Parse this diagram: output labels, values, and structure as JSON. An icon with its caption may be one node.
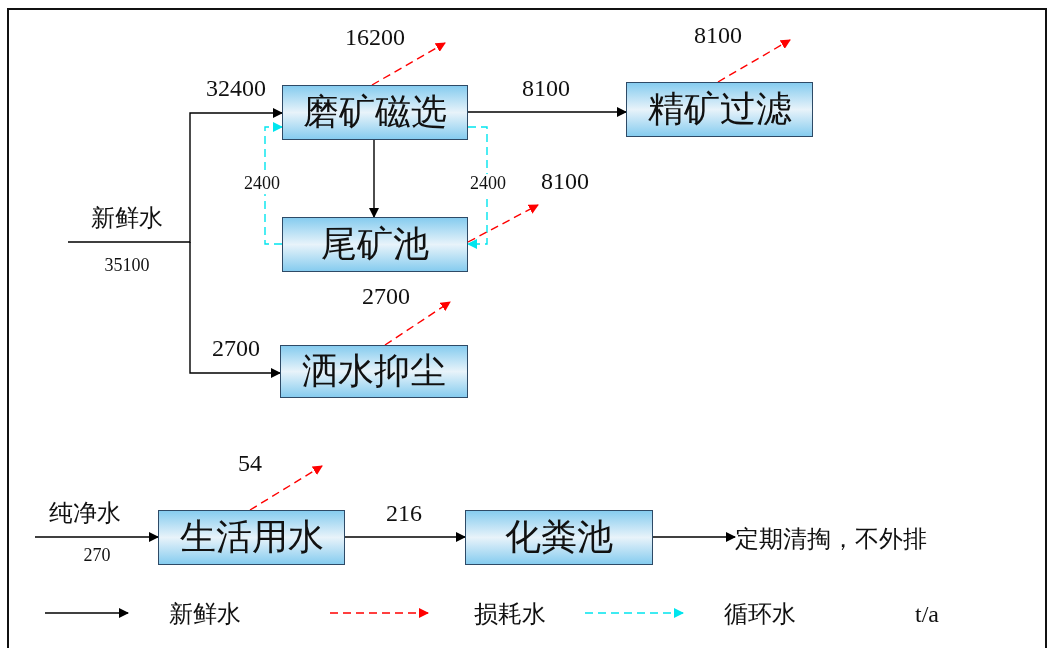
{
  "diagram": {
    "nodes": [
      {
        "text": [
          "磨矿磁选"
        ]
      },
      {
        "text": [
          "精矿过滤"
        ]
      },
      {
        "text": [
          "尾矿池"
        ]
      },
      {
        "text": [
          "洒水抑尘"
        ]
      },
      {
        "text": [
          "生活用水"
        ]
      },
      {
        "text": [
          "化粪池"
        ]
      },
      {
        "text": [
          "定期清掏，不外排"
        ]
      }
    ],
    "edges": [
      {
        "from": null,
        "to": 0,
        "arrow": "to",
        "label": "32400"
      },
      {
        "from": null,
        "to": 3,
        "arrow": "to",
        "label": "2700"
      },
      {
        "from": 0,
        "to": 1,
        "arrow": "to",
        "label": "8100"
      },
      {
        "from": 0,
        "to": 2,
        "arrow": "to"
      },
      {
        "from": 2,
        "to": 0,
        "arrow": "to",
        "label": "2400",
        "style": "dashed",
        "color": "#00e5ee"
      },
      {
        "from": 0,
        "to": 2,
        "arrow": "to",
        "label": "2400",
        "style": "dashed",
        "color": "#00e5ee"
      },
      {
        "from": 0,
        "to": null,
        "arrow": "to",
        "label": "16200",
        "style": "dashed",
        "color": "#ff0000"
      },
      {
        "from": 1,
        "to": null,
        "arrow": "to",
        "label": "8100",
        "style": "dashed",
        "color": "#ff0000"
      },
      {
        "from": 2,
        "to": null,
        "arrow": "to",
        "label": "8100",
        "style": "dashed",
        "color": "#ff0000"
      },
      {
        "from": 3,
        "to": null,
        "arrow": "to",
        "label": "2700",
        "style": "dashed",
        "color": "#ff0000"
      },
      {
        "from": null,
        "to": 4,
        "arrow": "to"
      },
      {
        "from": 4,
        "to": null,
        "arrow": "to",
        "label": "54",
        "style": "dashed",
        "color": "#ff0000"
      },
      {
        "from": 4,
        "to": 5,
        "arrow": "to",
        "label": "216"
      },
      {
        "from": 5,
        "to": 6,
        "arrow": "to"
      }
    ],
    "labels": [
      "新鲜水",
      "35100",
      "纯净水",
      "270",
      "t/a"
    ],
    "legend": [
      {
        "text": "新鲜水"
      },
      {
        "text": "损耗水"
      },
      {
        "text": "循环水"
      }
    ]
  }
}
